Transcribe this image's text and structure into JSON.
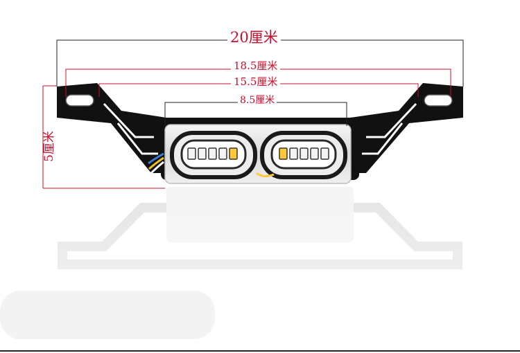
{
  "product_photo": {
    "dimensions": {
      "overall_width": "20厘米",
      "hole_span_outer": "18.5厘米",
      "hole_span_inner": "15.5厘米",
      "lamp_width": "8.5厘米",
      "height": "5厘米"
    },
    "colors": {
      "dimension_line": "#c8102e",
      "bracket": "#111111",
      "led_warm": "#ffc83d",
      "led_white": "#f4f4f4",
      "background": "#ffffff"
    },
    "lamp": {
      "left_led_count": 5,
      "right_led_count": 5
    }
  }
}
